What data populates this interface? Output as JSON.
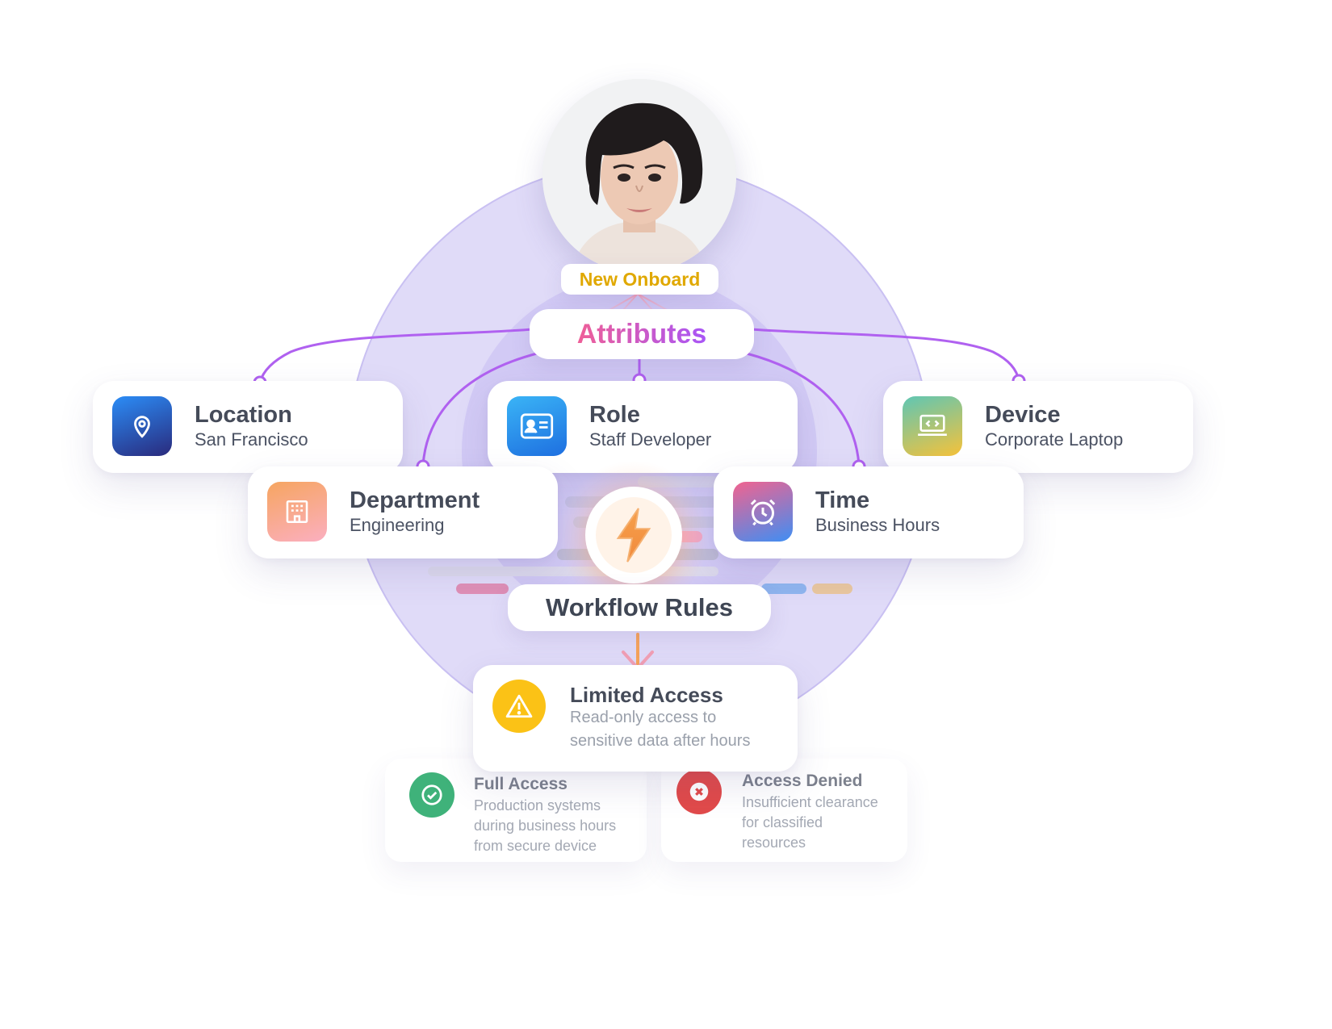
{
  "profile": {
    "badge": "New Onboard"
  },
  "attributes": {
    "label": "Attributes"
  },
  "cards": {
    "location": {
      "title": "Location",
      "value": "San Francisco"
    },
    "role": {
      "title": "Role",
      "value": "Staff Developer"
    },
    "device": {
      "title": "Device",
      "value": "Corporate Laptop"
    },
    "department": {
      "title": "Department",
      "value": "Engineering"
    },
    "time": {
      "title": "Time",
      "value": "Business Hours"
    }
  },
  "workflow": {
    "label": "Workflow Rules"
  },
  "outcomes": {
    "limited": {
      "title": "Limited Access",
      "line1": "Read-only access to",
      "line2": "sensitive data after hours"
    },
    "full": {
      "title": "Full Access",
      "line1": "Production systems",
      "line2": "during business hours",
      "line3": "from secure device"
    },
    "denied": {
      "title": "Access Denied",
      "line1": "Insufficient clearance",
      "line2": "for classified",
      "line3": "resources"
    }
  },
  "colors": {
    "badge": "#e0a800",
    "attributes_gradient": [
      "#f06292",
      "#a855f7"
    ],
    "connector": "#b061f0",
    "circle_outer": "#ddd7f7",
    "circle_inner": "#cfc6f6",
    "limited": "#fbc216",
    "full": "#3fb27a",
    "denied": "#e14a4a"
  },
  "icons": {
    "location": "map-pin-icon",
    "role": "id-card-icon",
    "device": "laptop-code-icon",
    "department": "building-icon",
    "time": "alarm-clock-icon",
    "workflow": "lightning-icon",
    "limited": "warning-icon",
    "full": "check-circle-icon",
    "denied": "x-circle-icon"
  }
}
